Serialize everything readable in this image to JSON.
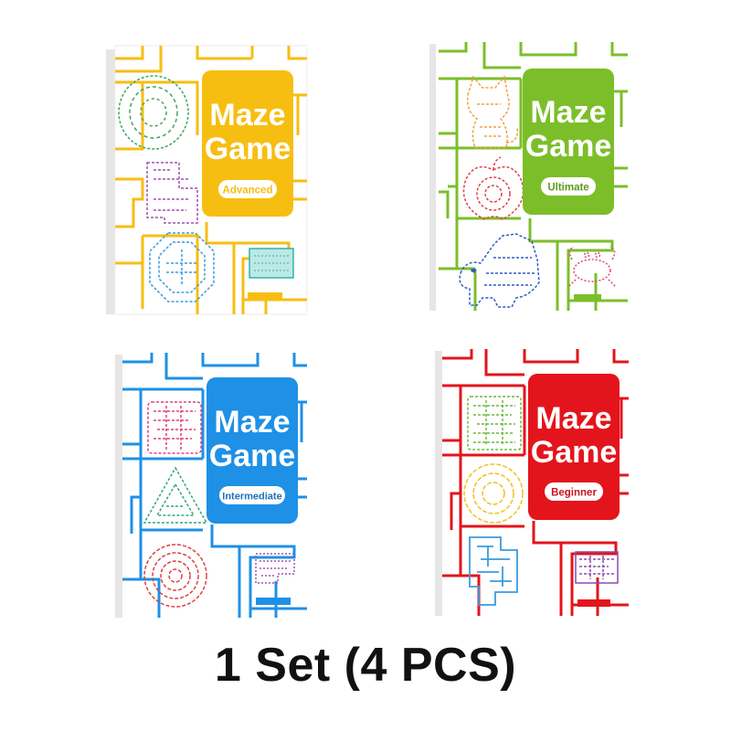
{
  "caption": "1 Set (4 PCS)",
  "books": [
    {
      "id": "advanced",
      "title_line1": "Maze",
      "title_line2": "Game",
      "level": "Advanced",
      "color": "#F7BE12",
      "mazes": [
        {
          "shape": "oval",
          "color": "#3BA55C"
        },
        {
          "shape": "tetromino",
          "color": "#A050B4"
        },
        {
          "shape": "octagon",
          "color": "#3C9BDC"
        },
        {
          "shape": "rectangle",
          "color": "#2FB4AA"
        }
      ]
    },
    {
      "id": "ultimate",
      "title_line1": "Maze",
      "title_line2": "Game",
      "level": "Ultimate",
      "color": "#7CBE2A",
      "mazes": [
        {
          "shape": "cat",
          "color": "#F0A040"
        },
        {
          "shape": "apple",
          "color": "#E0404A"
        },
        {
          "shape": "dinosaur",
          "color": "#2A5CC8"
        },
        {
          "shape": "crab",
          "color": "#E04468"
        }
      ]
    },
    {
      "id": "intermediate",
      "title_line1": "Maze",
      "title_line2": "Game",
      "level": "Intermediate",
      "color": "#1E90E6",
      "mazes": [
        {
          "shape": "square",
          "color": "#E0407A"
        },
        {
          "shape": "triangle",
          "color": "#2EA878"
        },
        {
          "shape": "circle",
          "color": "#E0403A"
        },
        {
          "shape": "rectangle",
          "color": "#A050B4"
        }
      ]
    },
    {
      "id": "beginner",
      "title_line1": "Maze",
      "title_line2": "Game",
      "level": "Beginner",
      "color": "#E3141C",
      "mazes": [
        {
          "shape": "square",
          "color": "#6DB83C"
        },
        {
          "shape": "circle",
          "color": "#F2C020"
        },
        {
          "shape": "plus-blocks",
          "color": "#3C9BDC"
        },
        {
          "shape": "rectangle",
          "color": "#8A4CB0"
        }
      ]
    }
  ]
}
